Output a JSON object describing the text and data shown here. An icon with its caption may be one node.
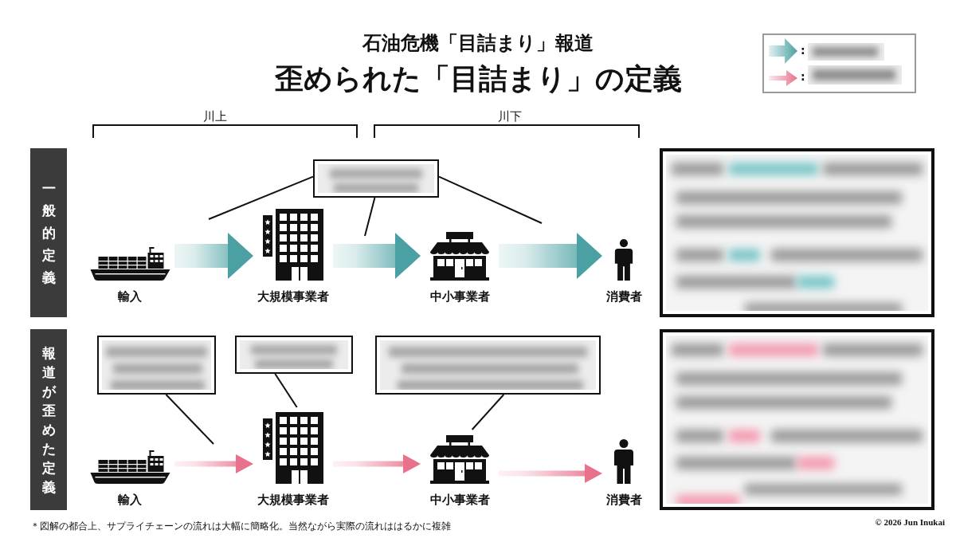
{
  "diagram": {
    "title": "歪められた「目詰まり」の定義",
    "nodes": [
      {
        "text": [
          "一般的定義"
        ]
      },
      {
        "text": [],
        "shape": "box"
      },
      {
        "text": [
          "輸入"
        ]
      },
      {
        "text": [
          "大規模事業者"
        ]
      },
      {
        "text": [
          "中小事業者"
        ]
      },
      {
        "text": [
          "消費者"
        ]
      },
      {
        "text": [],
        "shape": "box"
      },
      {
        "text": [
          "報道が歪めた定義"
        ]
      },
      {
        "text": [],
        "shape": "box"
      },
      {
        "text": [],
        "shape": "box"
      },
      {
        "text": [],
        "shape": "box"
      },
      {
        "text": [
          "輸入"
        ]
      },
      {
        "text": [
          "大規模事業者"
        ]
      },
      {
        "text": [
          "中小事業者"
        ]
      },
      {
        "text": [
          "消費者"
        ]
      },
      {
        "text": [],
        "shape": "box"
      }
    ],
    "edges": [
      {
        "from": 2,
        "to": 3,
        "arrow": "to",
        "style": "thick",
        "color": "#4aa0a2"
      },
      {
        "from": 3,
        "to": 4,
        "arrow": "to",
        "style": "thick",
        "color": "#4aa0a2"
      },
      {
        "from": 4,
        "to": 5,
        "arrow": "to",
        "style": "thick",
        "color": "#4aa0a2"
      },
      {
        "from": 1,
        "to": null,
        "arrow": "none"
      },
      {
        "from": 1,
        "to": null,
        "arrow": "none"
      },
      {
        "from": 1,
        "to": null,
        "arrow": "none"
      },
      {
        "from": 11,
        "to": 12,
        "arrow": "to",
        "color": "#e8728c"
      },
      {
        "from": 12,
        "to": 13,
        "arrow": "to",
        "color": "#e8728c"
      },
      {
        "from": 13,
        "to": 14,
        "arrow": "to",
        "color": "#e8728c"
      },
      {
        "from": 8,
        "to": null,
        "arrow": "none"
      },
      {
        "from": 9,
        "to": 12,
        "arrow": "none"
      },
      {
        "from": 10,
        "to": 13,
        "arrow": "none"
      }
    ],
    "labels": [
      "石油危機「目詰まり」報道",
      ":",
      ":",
      "川上",
      "川下",
      "＊図解の都合上、サプライチェーンの流れは大幅に簡略化。当然ながら実際の流れははるかに複雑",
      "© 2026 Jun Inukai"
    ]
  }
}
